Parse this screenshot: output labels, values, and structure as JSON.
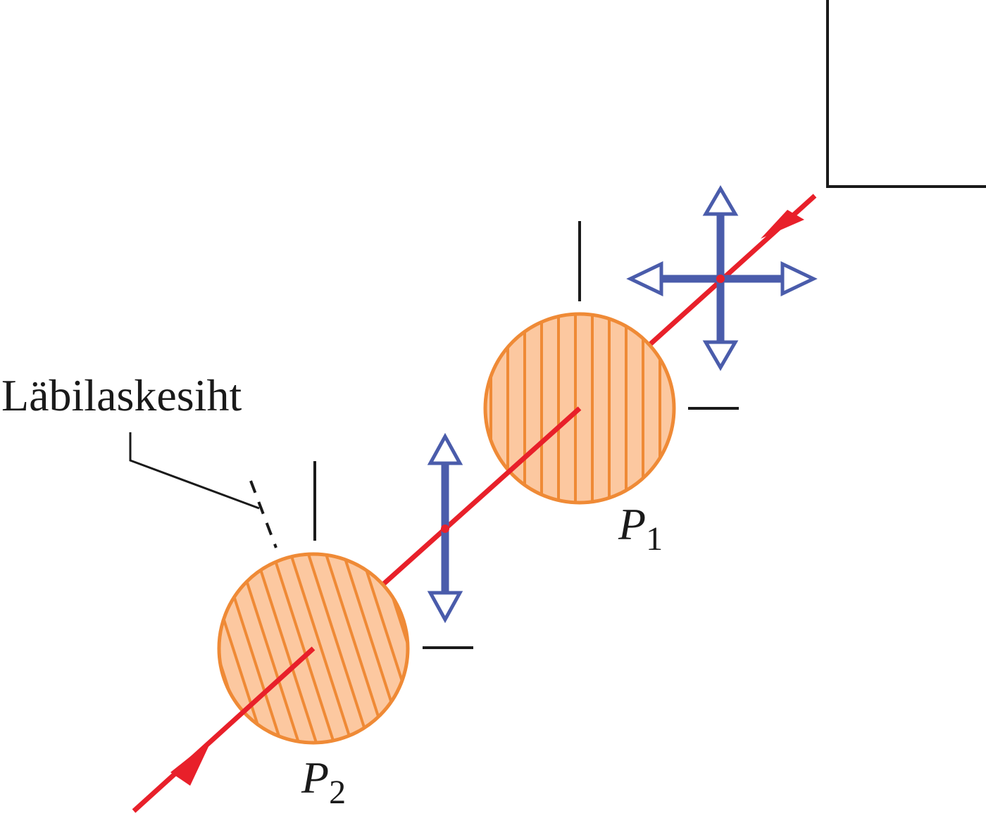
{
  "labels": {
    "transmission_axis": "Läbilaskesiht",
    "polarizer1": {
      "main": "P",
      "sub": "1"
    },
    "polarizer2": {
      "main": "P",
      "sub": "2"
    }
  },
  "colors": {
    "beam": "#e8202a",
    "polarization_arrows": "#4a5cab",
    "polarizer_fill": "#fcc8a0",
    "polarizer_stroke": "#ef8a36",
    "outline": "#1a1a1a"
  }
}
